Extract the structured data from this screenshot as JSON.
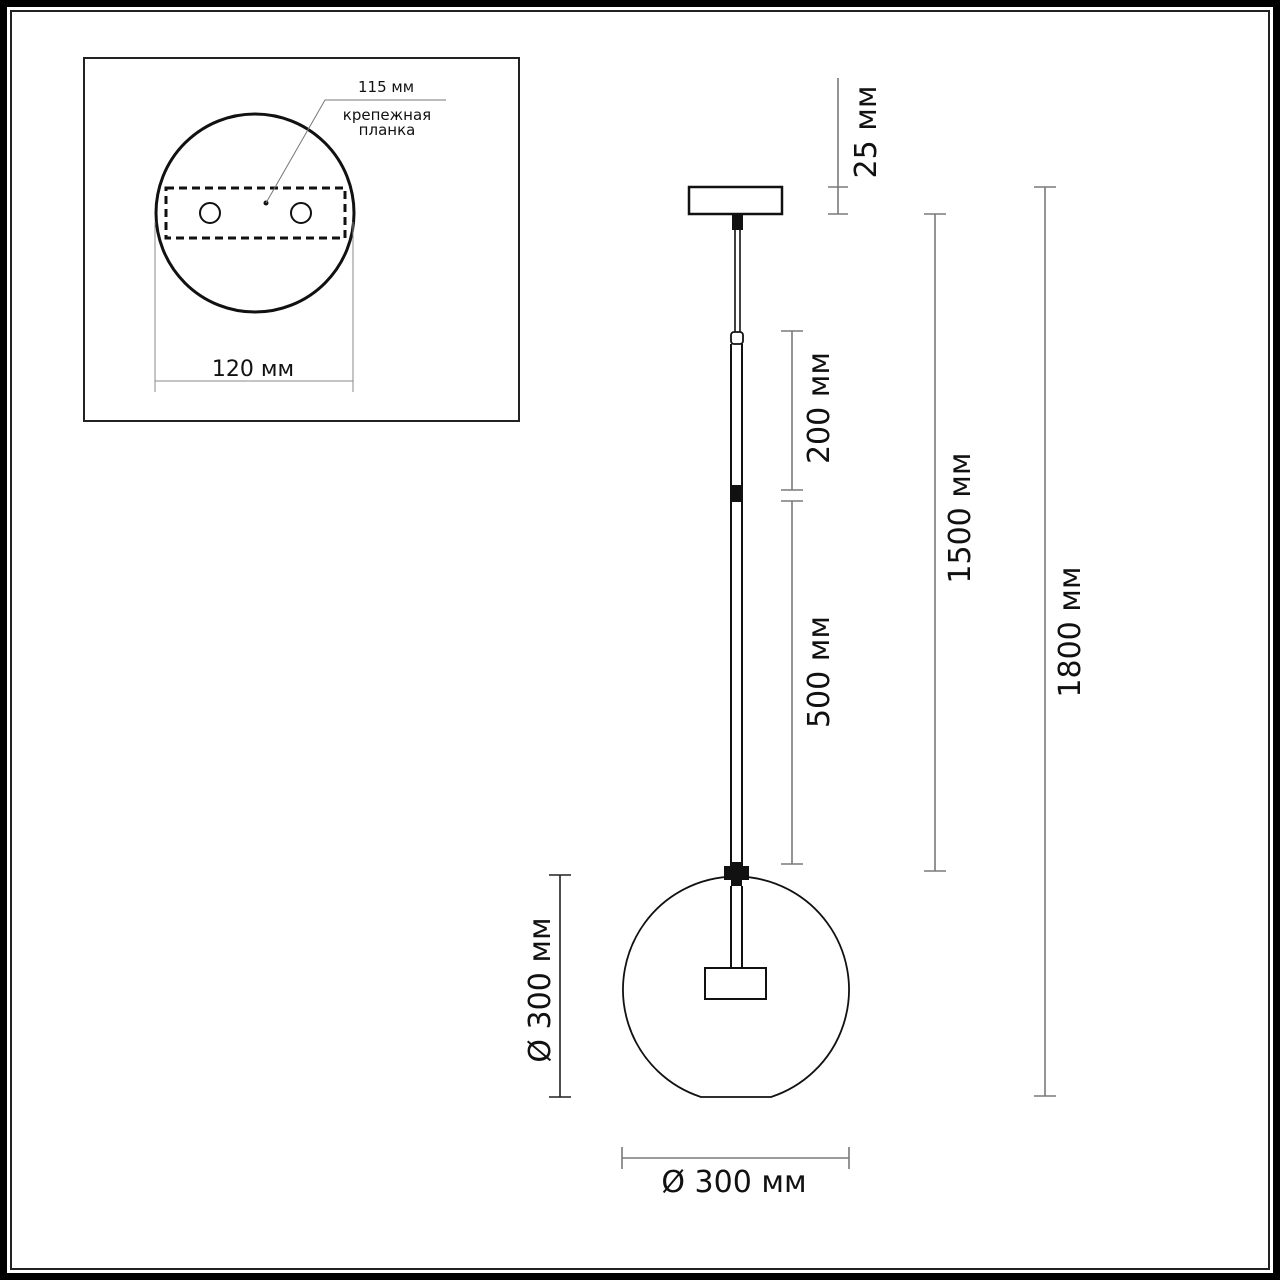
{
  "drawing": {
    "title": "Pendant lamp dimension drawing",
    "inset": {
      "plate_length_label": "115 мм",
      "plate_name_line1": "крепежная",
      "plate_name_line2": "планка",
      "canopy_diameter_label": "120 мм"
    },
    "dimensions": {
      "canopy_height": "25 мм",
      "rod_upper": "200 мм",
      "rod_lower": "500 мм",
      "suspension_length": "1500 мм",
      "total_height": "1800 мм",
      "globe_height": "Ø 300 мм",
      "globe_width": "Ø 300 мм"
    },
    "colors": {
      "outline": "#000000",
      "dimension_line": "#7a7a7a",
      "background": "#ffffff"
    }
  }
}
